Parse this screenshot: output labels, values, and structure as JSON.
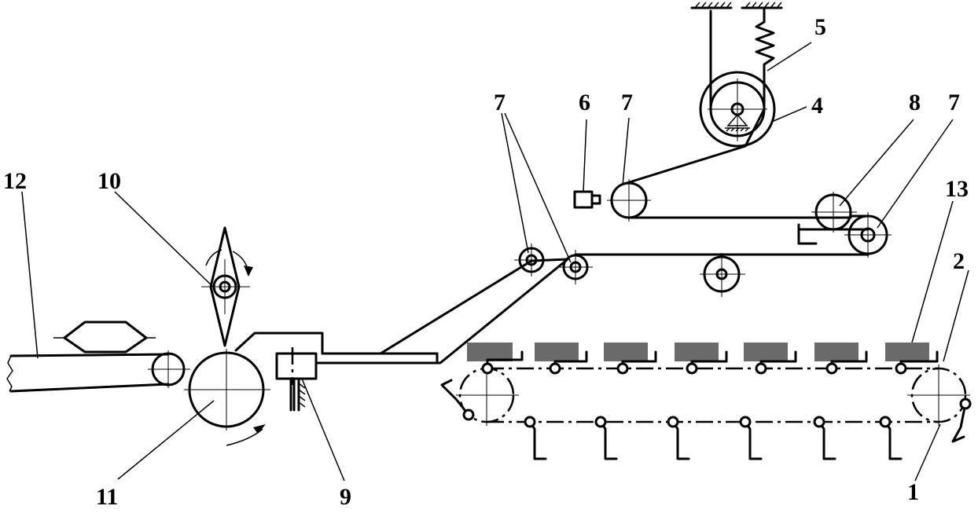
{
  "labels": {
    "l1": "1",
    "l2": "2",
    "l4": "4",
    "l5": "5",
    "l6": "6",
    "l7a": "7",
    "l7b": "7",
    "l7c": "7",
    "l8": "8",
    "l9": "9",
    "l10": "10",
    "l11": "11",
    "l12": "12",
    "l13": "13"
  },
  "colors": {
    "line": "#000000",
    "block": "#6a6a6a",
    "background": "#ffffff"
  }
}
